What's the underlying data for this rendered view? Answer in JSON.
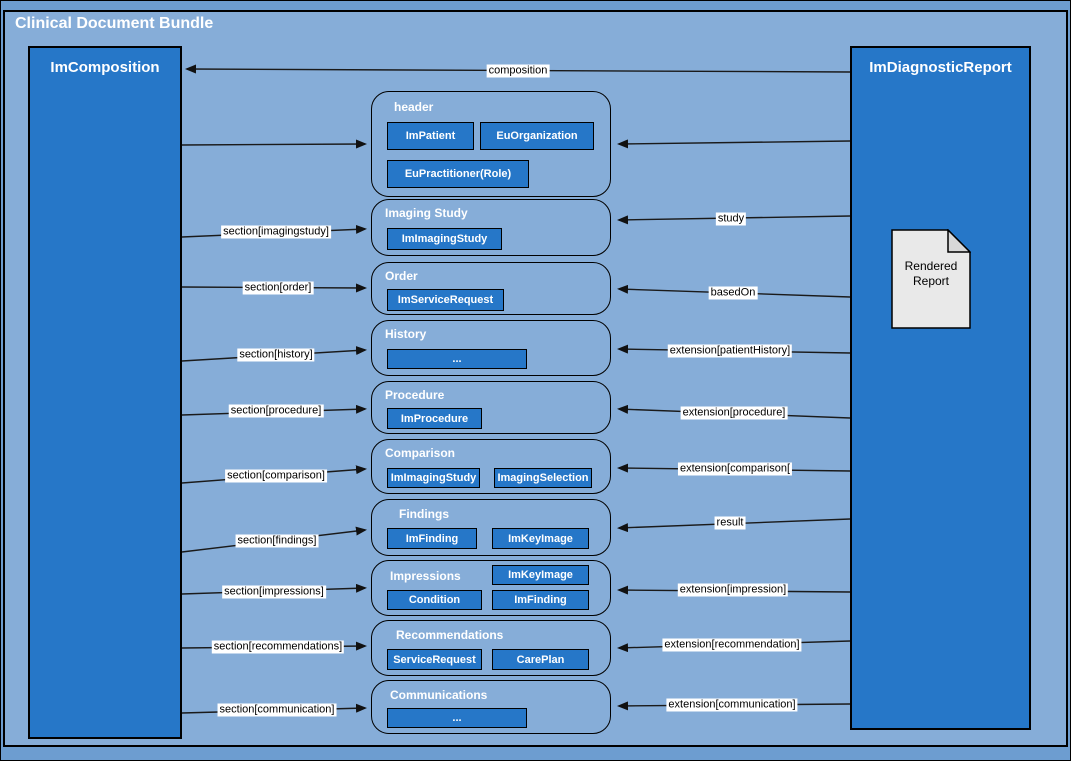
{
  "title": "Clinical Document Bundle",
  "left_box": {
    "label": "ImComposition"
  },
  "right_box": {
    "label": "ImDiagnosticReport",
    "document": {
      "label": "Rendered Report"
    }
  },
  "sections": {
    "header": {
      "label": "header",
      "boxes": [
        "ImPatient",
        "EuOrganization",
        "EuPractitioner(Role)"
      ]
    },
    "imaging_study": {
      "label": "Imaging Study",
      "boxes": [
        "ImImagingStudy"
      ]
    },
    "order": {
      "label": "Order",
      "boxes": [
        "ImServiceRequest"
      ]
    },
    "history": {
      "label": "History",
      "boxes": [
        "..."
      ]
    },
    "procedure": {
      "label": "Procedure",
      "boxes": [
        "ImProcedure"
      ]
    },
    "comparison": {
      "label": "Comparison",
      "boxes": [
        "ImImagingStudy",
        "ImagingSelection"
      ]
    },
    "findings": {
      "label": "Findings",
      "boxes": [
        "ImFinding",
        "ImKeyImage"
      ]
    },
    "impressions": {
      "label": "Impressions",
      "boxes": [
        "ImKeyImage",
        "Condition",
        "ImFinding"
      ]
    },
    "recommendations": {
      "label": "Recommendations",
      "boxes": [
        "ServiceRequest",
        "CarePlan"
      ]
    },
    "communications": {
      "label": "Communications",
      "boxes": [
        "..."
      ]
    }
  },
  "edges": {
    "composition": "composition",
    "left": [
      "section[imagingstudy]",
      "section[order]",
      "section[history]",
      "section[procedure]",
      "section[comparison]",
      "section[findings]",
      "section[impressions]",
      "section[recommendations]",
      "section[communication]"
    ],
    "right": [
      "study",
      "basedOn",
      "extension[patientHistory]",
      "extension[procedure]",
      "extension[comparison[",
      "result",
      "extension[impression]",
      "extension[recommendation]",
      "extension[communication]"
    ]
  },
  "colors": {
    "outer": "#6d9dd0",
    "canvas": "#86add8",
    "blue": "#2677c8",
    "doc": "#e9e9e9"
  }
}
